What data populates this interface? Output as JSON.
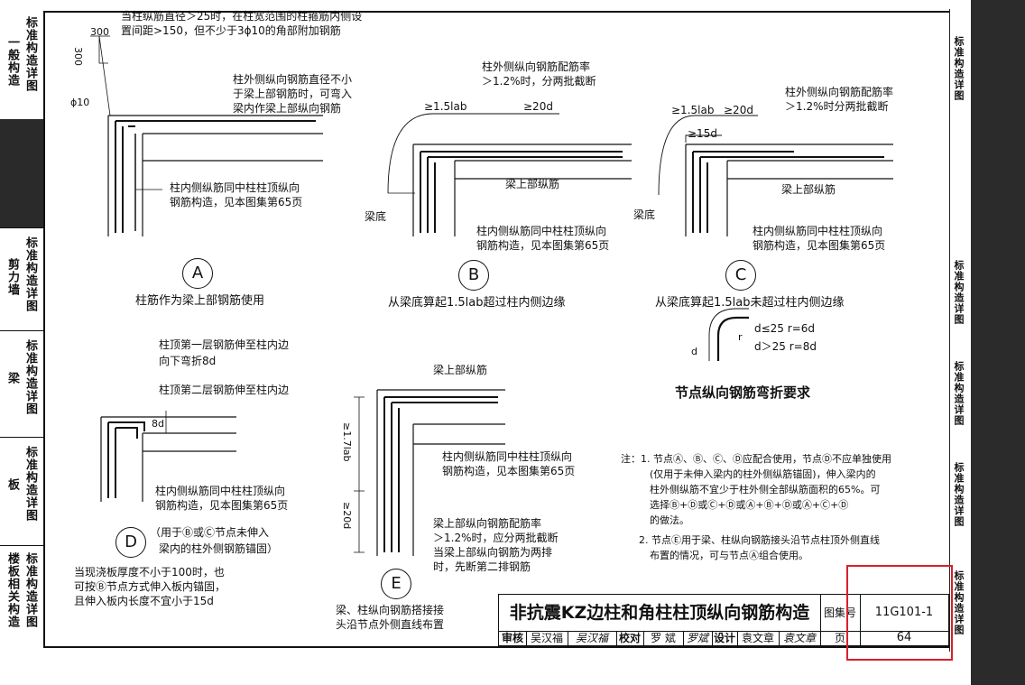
{
  "tabs_left": [
    "标准构造详图",
    "一般构造",
    "标准构造详图",
    "剪力墙",
    "标准构造详图",
    "梁",
    "标准构造详图",
    "板",
    "标准构造详图",
    "楼板相关构造"
  ],
  "tabs_right": [
    "标准构造详图",
    "标准构造详图",
    "标准构造详图",
    "标准构造详图",
    "标准构造详图"
  ],
  "detailA": {
    "dim300a": "300",
    "dim300b": "300",
    "phi": "ϕ10",
    "note_top_1": "当柱纵筋直径＞25时，在柱宽范围的柱箍筋内侧设",
    "note_top_2": "置间距>150，但不少于3ϕ10的角部附加钢筋",
    "outer_1": "柱外侧纵向钢筋直径不小",
    "outer_2": "于梁上部钢筋时，可弯入",
    "outer_3": "梁内作梁上部纵向钢筋",
    "inner_1": "柱内侧纵筋同中柱柱顶纵向",
    "inner_2": "钢筋构造，见本图集第65页",
    "letter": "A",
    "caption": "柱筋作为梁上部钢筋使用"
  },
  "detailB": {
    "ratio_1": "柱外侧纵向钢筋配筋率",
    "ratio_2": "＞1.2%时，分两批截断",
    "dim_lab": "≥1.5lab",
    "dim_20d": "≥20d",
    "beam_top": "梁上部纵筋",
    "beam_bottom": "梁底",
    "inner_1": "柱内侧纵筋同中柱柱顶纵向",
    "inner_2": "钢筋构造，见本图集第65页",
    "letter": "B",
    "caption": "从梁底算起1.5lab超过柱内侧边缘"
  },
  "detailC": {
    "ratio_1": "柱外侧纵向钢筋配筋率",
    "ratio_2": "＞1.2%时分两批截断",
    "dim_lab": "≥1.5lab",
    "dim_20d": "≥20d",
    "dim_15d": "≥15d",
    "beam_top": "梁上部纵筋",
    "beam_bottom": "梁底",
    "inner_1": "柱内侧纵筋同中柱柱顶纵向",
    "inner_2": "钢筋构造，见本图集第65页",
    "letter": "C",
    "caption": "从梁底算起1.5lab未超过柱内侧边缘"
  },
  "bend": {
    "r": "r",
    "d": "d",
    "rule1": "d≤25   r=6d",
    "rule2": "d＞25   r=8d",
    "title": "节点纵向钢筋弯折要求"
  },
  "detailD": {
    "layer1_1": "柱顶第一层钢筋伸至柱内边",
    "layer1_2": "向下弯折8d",
    "layer2": "柱顶第二层钢筋伸至柱内边",
    "dim8d": "8d",
    "inner_1": "柱内侧纵筋同中柱柱顶纵向",
    "inner_2": "钢筋构造，见本图集第65页",
    "letter": "D",
    "note_1": "（用于Ⓑ或Ⓒ节点未伸入",
    "note_2": "梁内的柱外侧钢筋锚固）",
    "slab_1": "当现浇板厚度不小于100时，也",
    "slab_2": "可按Ⓑ节点方式伸入板内锚固，",
    "slab_3": "且伸入板内长度不宜小于15d"
  },
  "detailE": {
    "beam_top": "梁上部纵筋",
    "dim17": "≥1.7lab",
    "dim20d": "≥20d",
    "inner_1": "柱内侧纵筋同中柱柱顶纵向",
    "inner_2": "钢筋构造，见本图集第65页",
    "ratio_1": "梁上部纵向钢筋配筋率",
    "ratio_2": "＞1.2%时，应分两批截断",
    "ratio_3": "当梁上部纵向钢筋为两排",
    "ratio_4": "时，先断第二排钢筋",
    "letter": "E",
    "caption_1": "梁、柱纵向钢筋搭接接",
    "caption_2": "头沿节点外侧直线布置"
  },
  "notes": [
    "注：1. 节点Ⓐ、Ⓑ、Ⓒ、Ⓓ应配合使用，节点Ⓓ不应单独使用",
    "(仅用于未伸入梁内的柱外侧纵筋锚固)，伸入梁内的",
    "柱外侧纵筋不宜少于柱外侧全部纵筋面积的65%。可",
    "选择Ⓑ+Ⓓ或Ⓒ+Ⓓ或Ⓐ+Ⓑ+Ⓓ或Ⓐ+Ⓒ+Ⓓ",
    "的做法。",
    "2. 节点Ⓔ用于梁、柱纵向钢筋接头沿节点柱顶外侧直线",
    "布置的情况，可与节点Ⓐ组合使用。"
  ],
  "title_block": {
    "title": "非抗震KZ边柱和角柱柱顶纵向钢筋构造",
    "atlas_label": "图集号",
    "atlas_no": "11G101-1",
    "review": "审核",
    "review_name": "吴汉福",
    "review_sig": "吴汉福",
    "check": "校对",
    "check_name": "罗 斌",
    "check_sig": "罗斌",
    "design": "设计",
    "design_name": "袁文章",
    "design_sig": "袁文章",
    "page_label": "页",
    "page_no": "64"
  },
  "highlight_color": "#d8202a"
}
